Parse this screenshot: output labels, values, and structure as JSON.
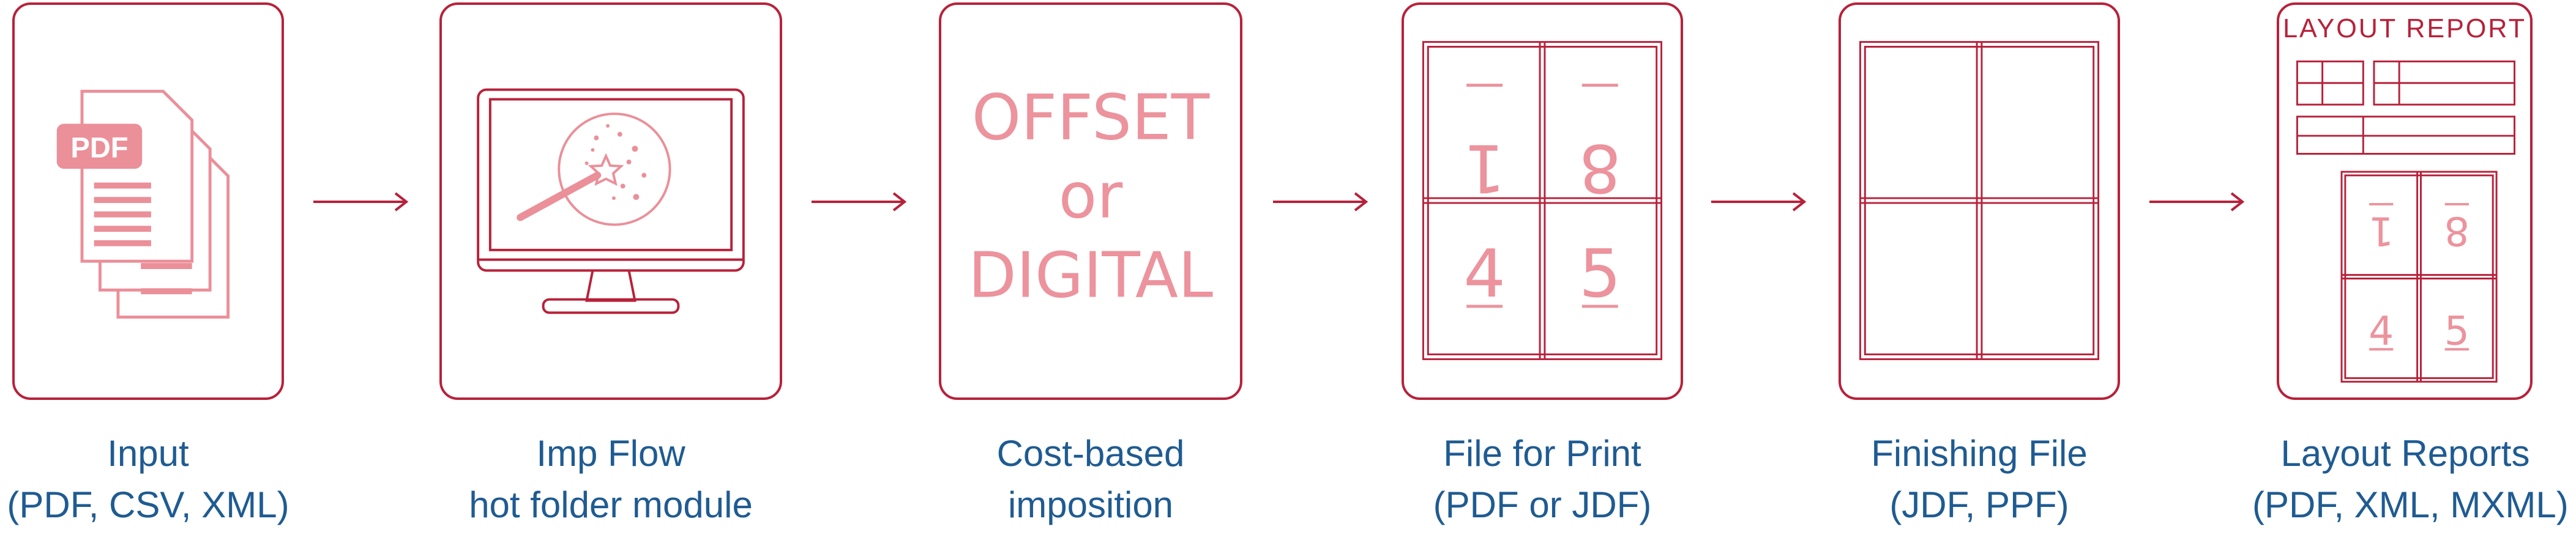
{
  "steps": [
    {
      "label_line1": "Input",
      "label_line2": "(PDF, CSV, XML)",
      "icon": "pdf-documents-icon",
      "badge": "PDF"
    },
    {
      "label_line1": "Imp Flow",
      "label_line2": "hot folder module",
      "icon": "monitor-magic-wand-icon"
    },
    {
      "label_line1": "Cost-based",
      "label_line2": "imposition",
      "icon": "offset-digital-text",
      "text_lines": [
        "OFFSET",
        "or",
        "DIGITAL"
      ]
    },
    {
      "label_line1": "File for Print",
      "label_line2": "(PDF or JDF)",
      "icon": "imposition-sheet-icon",
      "pages": [
        "1",
        "8",
        "4",
        "5"
      ]
    },
    {
      "label_line1": "Finishing File",
      "label_line2": "(JDF, PPF)",
      "icon": "cut-grid-icon"
    },
    {
      "label_line1": "Layout Reports",
      "label_line2": "(PDF, XML, MXML)",
      "icon": "layout-report-icon",
      "report_title": "LAYOUT REPORT",
      "pages": [
        "1",
        "8",
        "4",
        "5"
      ]
    }
  ],
  "colors": {
    "border": "#b8213a",
    "illustration": "#eb8f99",
    "caption": "#1f5b92",
    "arrow": "#b8213a"
  }
}
